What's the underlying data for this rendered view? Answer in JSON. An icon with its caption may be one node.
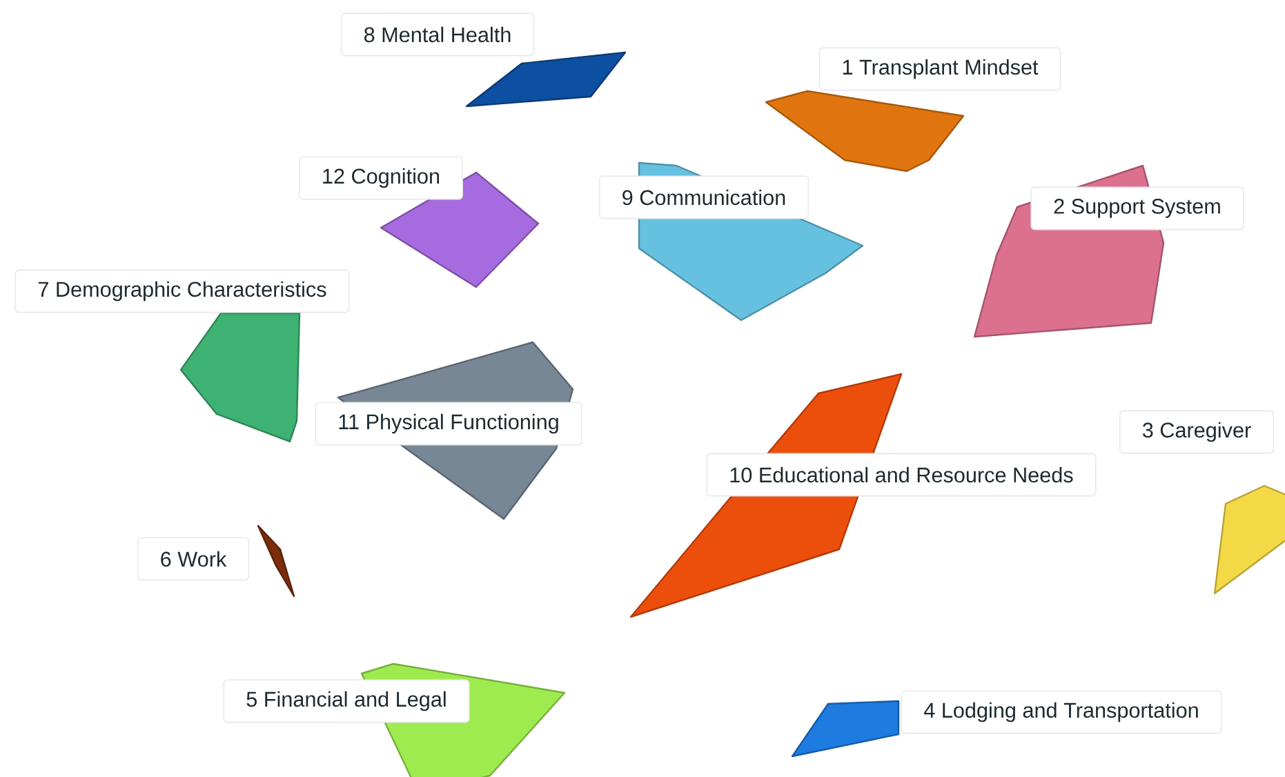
{
  "diagram": {
    "nodes": [
      {
        "text": [
          "8 Mental Health"
        ]
      },
      {
        "text": [
          "1 Transplant Mindset"
        ]
      },
      {
        "text": [
          "12 Cognition"
        ]
      },
      {
        "text": [
          "9 Communication"
        ]
      },
      {
        "text": [
          "2 Support System"
        ]
      },
      {
        "text": [
          "7 Demographic Characteristics"
        ]
      },
      {
        "text": [
          "11 Physical Functioning"
        ]
      },
      {
        "text": [
          "3 Caregiver"
        ]
      },
      {
        "text": [
          "10 Educational and Resource Needs"
        ]
      },
      {
        "text": [
          "6 Work"
        ]
      },
      {
        "text": [
          "5 Financial and Legal"
        ]
      },
      {
        "text": [
          "4 Lodging and Transportation"
        ]
      },
      {
        "text": [],
        "shape": "polygon"
      },
      {
        "text": [],
        "shape": "polygon"
      },
      {
        "text": [],
        "shape": "polygon"
      },
      {
        "text": [],
        "shape": "polygon"
      },
      {
        "text": [],
        "shape": "polygon"
      },
      {
        "text": [],
        "shape": "polygon"
      },
      {
        "text": [],
        "shape": "polygon"
      },
      {
        "text": [],
        "shape": "polygon"
      },
      {
        "text": [],
        "shape": "polygon"
      },
      {
        "text": [],
        "shape": "polygon"
      },
      {
        "text": [],
        "shape": "polygon"
      },
      {
        "text": [],
        "shape": "polygon"
      }
    ]
  }
}
